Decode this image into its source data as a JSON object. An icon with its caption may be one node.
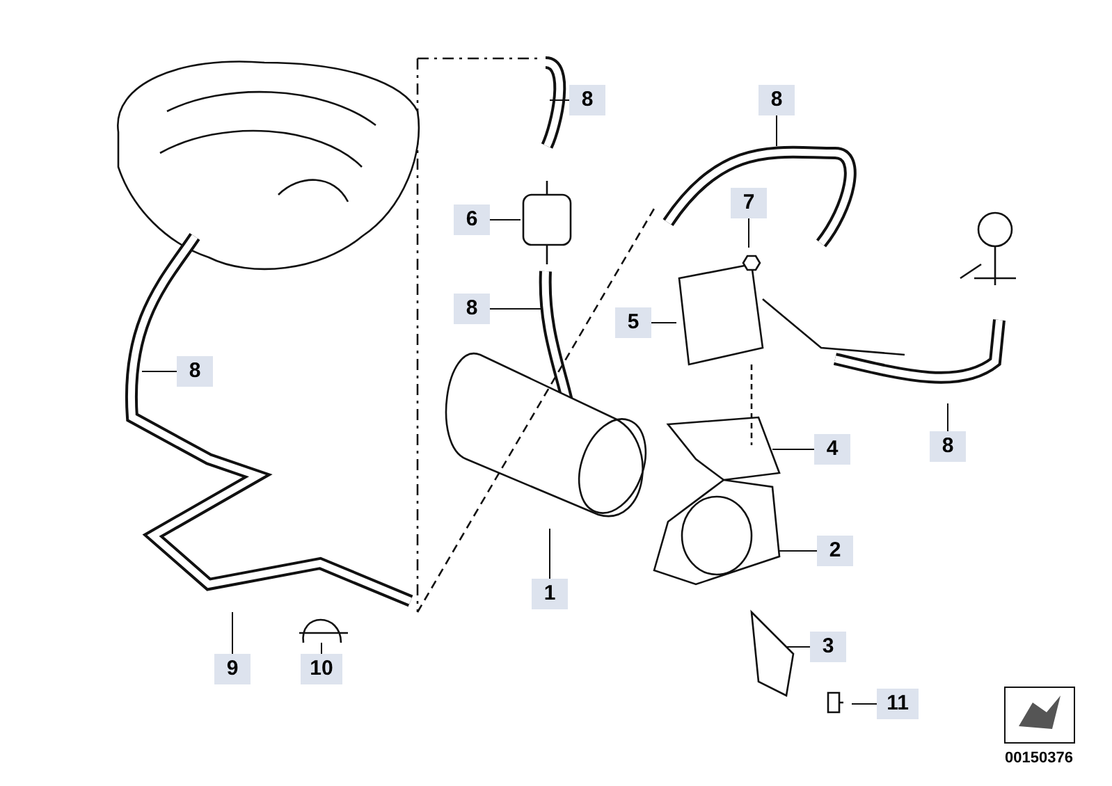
{
  "diagram": {
    "nodes": [
      {
        "text": [
          "8"
        ]
      },
      {
        "text": [
          "8"
        ]
      },
      {
        "text": [
          "6"
        ]
      },
      {
        "text": [
          "7"
        ]
      },
      {
        "text": [
          "8"
        ]
      },
      {
        "text": [
          "5"
        ]
      },
      {
        "text": [
          "8"
        ]
      },
      {
        "text": [
          "8"
        ]
      },
      {
        "text": [
          "4"
        ]
      },
      {
        "text": [
          "2"
        ]
      },
      {
        "text": [
          "1"
        ]
      },
      {
        "text": [
          "3"
        ]
      },
      {
        "text": [
          "9"
        ]
      },
      {
        "text": [
          "10"
        ]
      },
      {
        "text": [
          "11"
        ]
      }
    ],
    "edges": [
      {
        "from": 0,
        "to": null,
        "arrow": "none"
      },
      {
        "from": 1,
        "to": null,
        "arrow": "none"
      },
      {
        "from": 2,
        "to": null,
        "arrow": "none"
      },
      {
        "from": 3,
        "to": null,
        "arrow": "none"
      },
      {
        "from": 4,
        "to": null,
        "arrow": "none"
      },
      {
        "from": 5,
        "to": null,
        "arrow": "none"
      },
      {
        "from": 6,
        "to": null,
        "arrow": "none"
      },
      {
        "from": 7,
        "to": null,
        "arrow": "none"
      },
      {
        "from": 8,
        "to": null,
        "arrow": "none"
      },
      {
        "from": 9,
        "to": null,
        "arrow": "none"
      },
      {
        "from": 10,
        "to": null,
        "arrow": "none"
      },
      {
        "from": 11,
        "to": null,
        "arrow": "none"
      },
      {
        "from": 12,
        "to": null,
        "arrow": "none"
      },
      {
        "from": 13,
        "to": null,
        "arrow": "none"
      },
      {
        "from": 14,
        "to": null,
        "arrow": "none"
      }
    ],
    "labels": [
      "00150376"
    ]
  }
}
